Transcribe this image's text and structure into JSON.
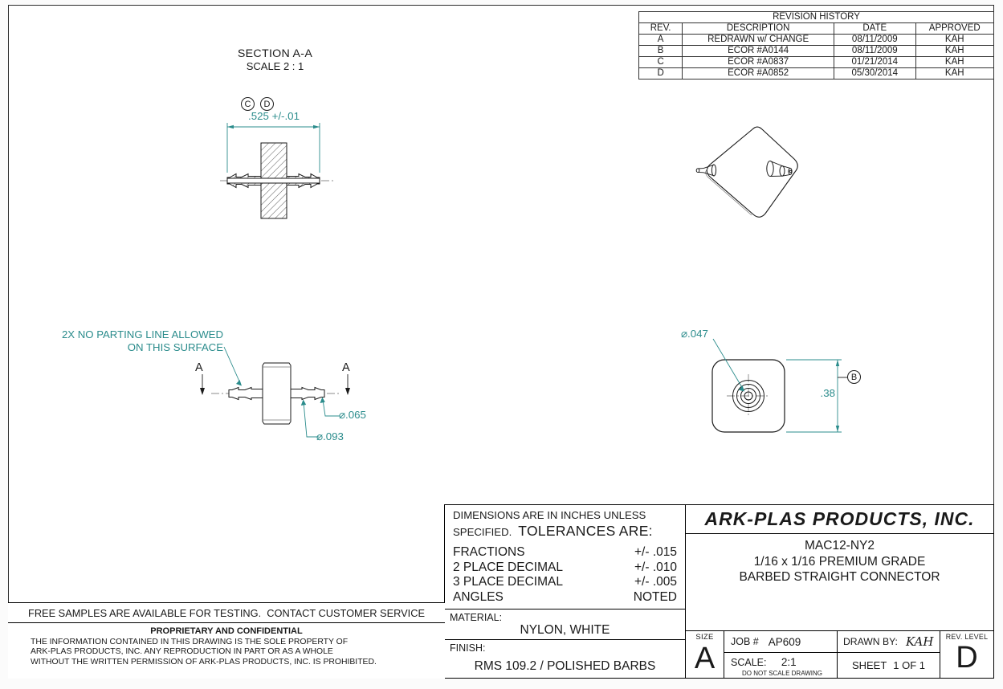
{
  "colors": {
    "accent_teal": "#2b8c8c",
    "drawing_line": "#1a1a1a"
  },
  "revision_history": {
    "title": "REVISION HISTORY",
    "columns": {
      "rev": "REV.",
      "description": "DESCRIPTION",
      "date": "DATE",
      "approved": "APPROVED"
    },
    "rows": [
      {
        "rev": "A",
        "description": "REDRAWN w/ CHANGE",
        "date": "08/11/2009",
        "approved": "KAH"
      },
      {
        "rev": "B",
        "description": "ECOR #A0144",
        "date": "08/11/2009",
        "approved": "KAH"
      },
      {
        "rev": "C",
        "description": "ECOR #A0837",
        "date": "01/21/2014",
        "approved": "KAH"
      },
      {
        "rev": "D",
        "description": "ECOR #A0852",
        "date": "05/30/2014",
        "approved": "KAH"
      }
    ]
  },
  "section_view": {
    "title": "SECTION A-A",
    "scale": "SCALE 2 : 1",
    "datum_c": "C",
    "datum_d": "D",
    "dim_overall": ".525 +/-.01"
  },
  "side_view": {
    "note_line1": "2X NO PARTING LINE ALLOWED",
    "note_line2": "ON THIS SURFACE",
    "section_arrow_left": "A",
    "section_arrow_right": "A",
    "dim_tip": "⌀.065",
    "dim_barb": "⌀.093"
  },
  "end_view": {
    "dim_bore": "⌀.047",
    "dim_width": ".38",
    "datum_b": "B"
  },
  "tolerances": {
    "line1": "DIMENSIONS ARE IN INCHES UNLESS",
    "specified": "SPECIFIED.",
    "heading": "TOLERANCES ARE:",
    "rows": [
      {
        "label": "FRACTIONS",
        "value": "+/- .015"
      },
      {
        "label": "2 PLACE DECIMAL",
        "value": "+/- .010"
      },
      {
        "label": "3 PLACE DECIMAL",
        "value": "+/- .005"
      },
      {
        "label": "ANGLES",
        "value": "NOTED"
      }
    ]
  },
  "material": {
    "label": "MATERIAL:",
    "value": "NYLON, WHITE"
  },
  "finish": {
    "label": "FINISH:",
    "value": "RMS 109.2 / POLISHED BARBS"
  },
  "title_block": {
    "company": "ARK-PLAS PRODUCTS, INC.",
    "part_number": "MAC12-NY2",
    "description_line1": "1/16 x 1/16 PREMIUM GRADE",
    "description_line2": "BARBED STRAIGHT CONNECTOR",
    "size_label": "SIZE",
    "size_value": "A",
    "job_label": "JOB #",
    "job_value": "AP609",
    "drawn_by_label": "DRAWN BY:",
    "drawn_by_value": "KAH",
    "rev_level_label": "REV. LEVEL",
    "rev_level_value": "D",
    "scale_label": "SCALE:",
    "scale_value": "2:1",
    "scale_note": "DO NOT SCALE DRAWING",
    "sheet_label": "SHEET",
    "sheet_value": "1 OF 1"
  },
  "notes": {
    "free_samples": "FREE SAMPLES ARE AVAILABLE FOR TESTING.  CONTACT CUSTOMER SERVICE",
    "proprietary_title": "PROPRIETARY AND CONFIDENTIAL",
    "proprietary_line1": "THE INFORMATION CONTAINED IN THIS DRAWING IS THE SOLE PROPERTY OF",
    "proprietary_line2": "ARK-PLAS PRODUCTS, INC. ANY REPRODUCTION IN PART OR AS A WHOLE",
    "proprietary_line3": "WITHOUT THE WRITTEN PERMISSION OF ARK-PLAS PRODUCTS, INC. IS PROHIBITED."
  }
}
